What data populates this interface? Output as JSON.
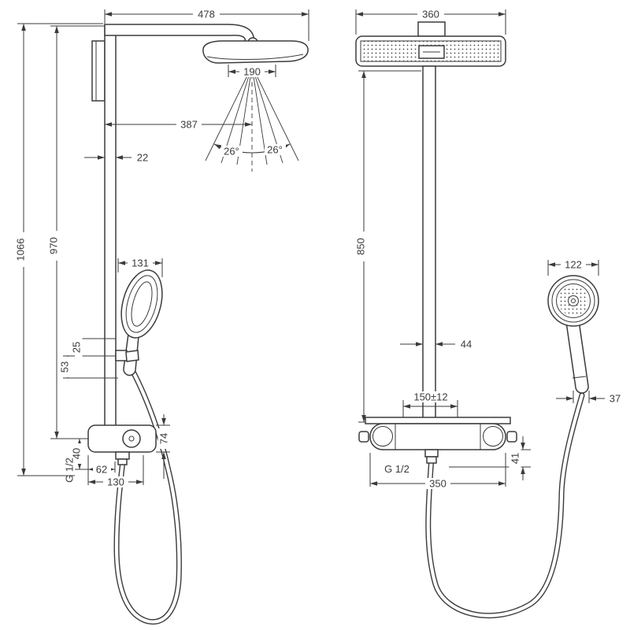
{
  "colors": {
    "line": "#3b3b3b",
    "background": "#ffffff"
  },
  "side_view": {
    "dim_arm_reach": "478",
    "dim_spray_diameter": "190",
    "dim_head_offset": "387",
    "dim_pipe": "22",
    "angle_left": "26°",
    "angle_right": "26°",
    "dim_total_height": "1066",
    "dim_bar_height": "970",
    "dim_handshower_length": "131",
    "dim_holder_offset": "25",
    "dim_holder_drop": "53",
    "dim_outlet_drop": "40",
    "dim_valve_height": "74",
    "thread_label": "G 1/2",
    "dim_outlet_offset": "62",
    "dim_valve_depth": "130"
  },
  "front_view": {
    "dim_head_width": "360",
    "dim_column_height": "850",
    "dim_column_width": "44",
    "dim_supply_spacing": "150±12",
    "dim_handshower_width": "122",
    "dim_handle_width": "37",
    "thread_label": "G 1/2",
    "dim_valve_width": "350",
    "dim_valve_drop": "41"
  }
}
